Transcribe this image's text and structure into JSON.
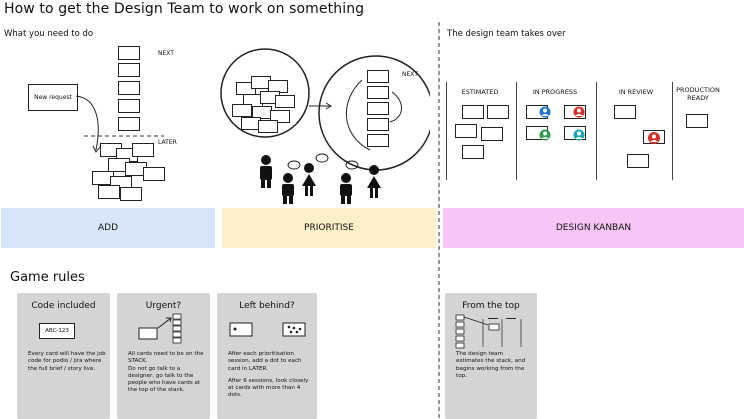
{
  "title": "How to get the Design Team to work on something",
  "sections": {
    "left_heading": "What you need to do",
    "right_heading": "The design team takes over"
  },
  "stack_labels": {
    "next": "NEXT",
    "later": "LATER",
    "new_request": "New request"
  },
  "prioritise_labels": {
    "next": "NEXT"
  },
  "kanban_columns": [
    "ESTIMATED",
    "IN PROGRESS",
    "IN REVIEW",
    "PRODUCTION READY"
  ],
  "bands": {
    "add": "ADD",
    "prioritise": "PRIORITISE",
    "design_kanban": "DESIGN KANBAN"
  },
  "colors": {
    "add": "#d6e6f8",
    "prioritise": "#fcefc9",
    "design_kanban": "#f8c6f6",
    "rule_card": "#d4d4d4",
    "avatar_blue": "#1e74c9",
    "avatar_red": "#d6302b",
    "avatar_green": "#2e9a4a",
    "avatar_teal": "#1aa6b8"
  },
  "game_rules_heading": "Game rules",
  "rules": [
    {
      "title": "Code included",
      "card_text": "ABC-123",
      "description": [
        "Every card will have the job code for podio / jira where the full brief / story live."
      ]
    },
    {
      "title": "Urgent?",
      "description": [
        "All cards need to be on the STACK.",
        "Do not go talk to a designer, go talk to the people who have cards at the top of the stack."
      ]
    },
    {
      "title": "Left behind?",
      "description": [
        "After each prioritisation session, add a dot to each card in LATER.",
        "After 6 sessions, look closely at cards with more than 4 dots."
      ]
    },
    {
      "title": "From the top",
      "description": [
        "The design team estimates the stack, and begins working from the top."
      ]
    }
  ]
}
